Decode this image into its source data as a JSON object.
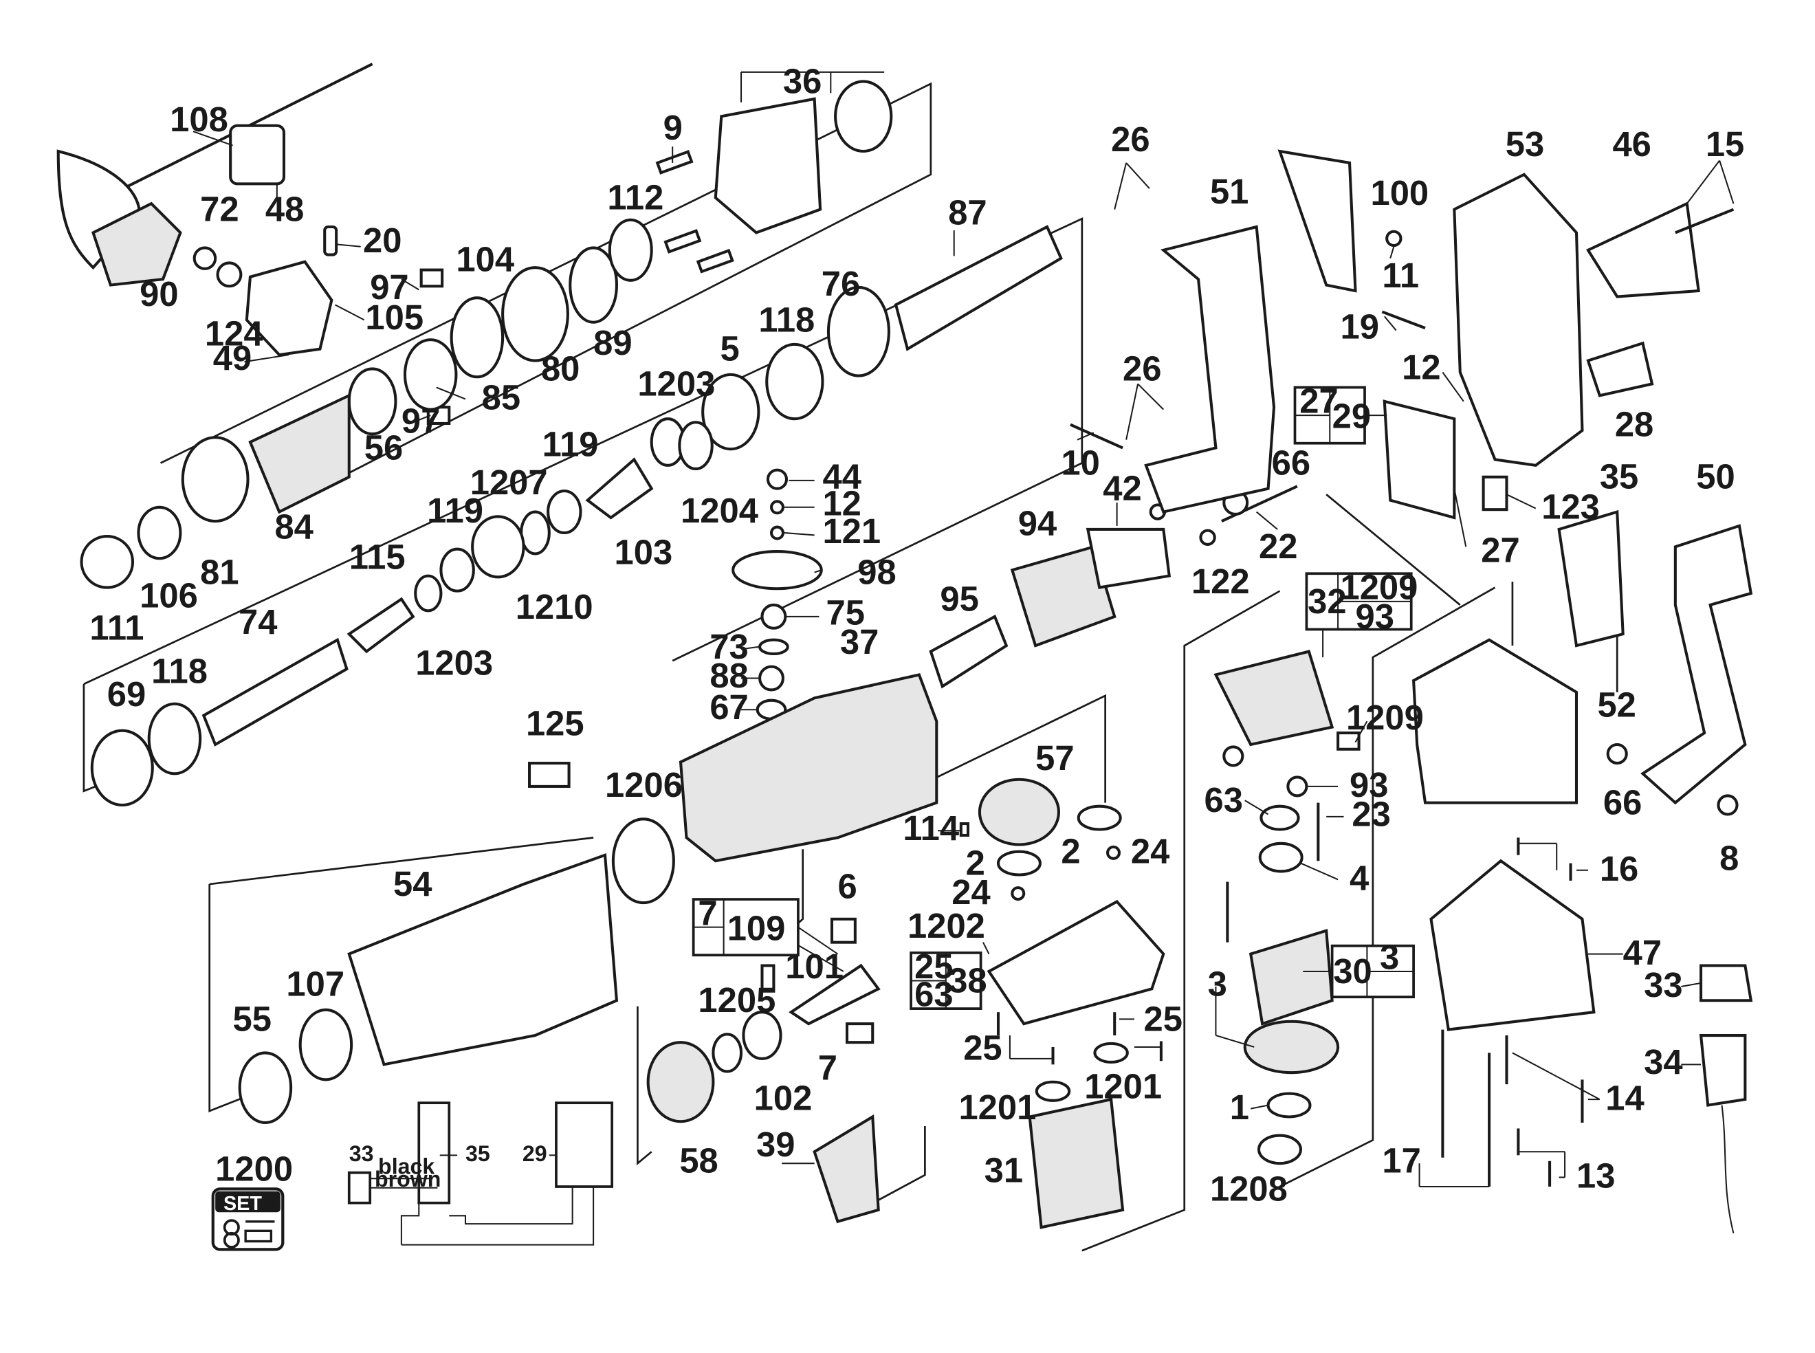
{
  "part_labels": {
    "p108": "108",
    "p48": "48",
    "p90": "90",
    "p72": "72",
    "p124": "124",
    "p20": "20",
    "p105": "105",
    "p49": "49",
    "p97a": "97",
    "p104": "104",
    "p80": "80",
    "p36": "36",
    "p9": "9",
    "p112": "112",
    "p89": "89",
    "p87": "87",
    "p76": "76",
    "p118a": "118",
    "p85": "85",
    "p97b": "97",
    "p56": "56",
    "p84": "84",
    "p81": "81",
    "p106": "106",
    "p111": "111",
    "p1203a": "1203",
    "p5": "5",
    "p1204": "1204",
    "p119a": "119",
    "p1207": "1207",
    "p103": "103",
    "p119b": "119",
    "p1210": "1210",
    "p115": "115",
    "p1203b": "1203",
    "p74": "74",
    "p118b": "118",
    "p69": "69",
    "p44": "44",
    "p12a": "12",
    "p121": "121",
    "p98": "98",
    "p75": "75",
    "p73": "73",
    "p37": "37",
    "p88": "88",
    "p67": "67",
    "p95": "95",
    "p94": "94",
    "p42": "42",
    "p122": "122",
    "p22": "22",
    "p66a": "66",
    "p10": "10",
    "p26a": "26",
    "p26b": "26",
    "p51": "51",
    "p100": "100",
    "p11": "11",
    "p19": "19",
    "p12b": "12",
    "p27": "27",
    "p53": "53",
    "p46": "46",
    "p15": "15",
    "p28": "28",
    "p123": "123",
    "p35": "35",
    "p50": "50",
    "p52": "52",
    "p66b": "66",
    "p8": "8",
    "p125": "125",
    "p1206": "1206",
    "p54": "54",
    "p57": "57",
    "p114": "114",
    "p2a": "2",
    "p2b": "2",
    "p24a": "24",
    "p24b": "24",
    "p6": "6",
    "p101": "101",
    "p1202": "1202",
    "p107": "107",
    "p55": "55",
    "p1205": "1205",
    "p102": "102",
    "p7": "7",
    "p58": "58",
    "p39": "39",
    "p25a": "25",
    "p25b": "25",
    "p1201a": "1201",
    "p1201b": "1201",
    "p31": "31",
    "p1209": "1209",
    "p93": "93",
    "p63": "63",
    "p23": "23",
    "p4": "4",
    "p3": "3",
    "p1": "1",
    "p1208": "1208",
    "p16": "16",
    "p47": "47",
    "p33": "33",
    "p34": "34",
    "p14": "14",
    "p17": "17",
    "p13": "13",
    "p1200": "1200"
  },
  "callout_boxes": {
    "box_27_29": {
      "a": "27",
      "b": "29"
    },
    "box_32_1209_93": {
      "a": "32",
      "b": "1209",
      "c": "93"
    },
    "box_7_109": {
      "a": "7",
      "b": "109"
    },
    "box_25_63_38": {
      "a": "25",
      "b": "63",
      "c": "38"
    },
    "box_30_3": {
      "a": "30",
      "b": "3"
    }
  },
  "wiring": {
    "n33": "33",
    "n35": "35",
    "n29": "29",
    "black": "black",
    "brown": "brown"
  },
  "set_badge": "SET"
}
